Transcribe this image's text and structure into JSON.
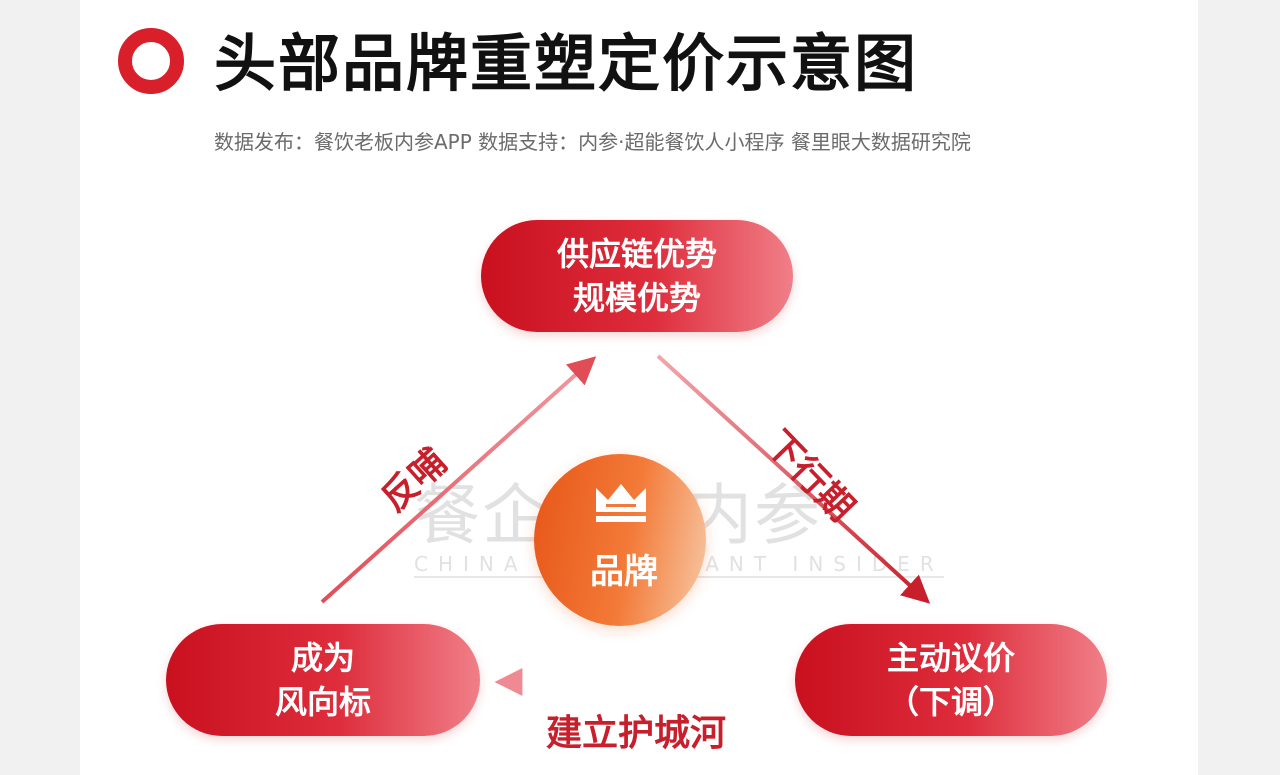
{
  "title": "头部品牌重塑定价示意图",
  "source": "数据发布：餐饮老板内参APP  数据支持：内参·超能餐饮人小程序   餐里眼大数据研究院",
  "nodes": {
    "top": [
      "供应链优势",
      "规模优势"
    ],
    "left": [
      "成为",
      "风向标"
    ],
    "right": [
      "主动议价",
      "（下调）"
    ],
    "center": "品牌"
  },
  "edges": {
    "left_to_top": "反哺",
    "top_to_right": "下行期",
    "right_to_left": "建立护城河"
  },
  "watermark": {
    "cn": "餐企老板内参",
    "en": "CHINA RESTAURANT INSIDER"
  },
  "colors": {
    "accent_red": "#d81f2a",
    "pill_gradient": [
      "#c9101f",
      "#f07f88"
    ],
    "center_gradient": [
      "#e75618",
      "#f7c9a6"
    ],
    "arrow": "#e8616a"
  },
  "icons": {
    "header": "red-ring-icon",
    "center": "crown-icon"
  }
}
